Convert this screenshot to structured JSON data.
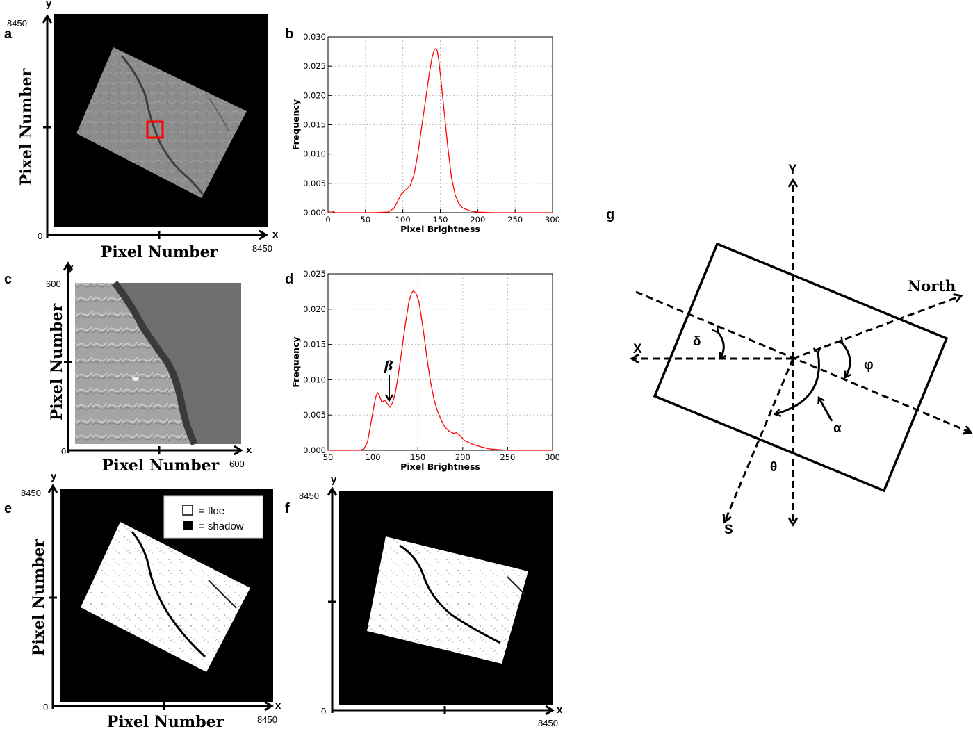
{
  "panels": {
    "a": {
      "label": "a",
      "y_top": "8450",
      "y_axis": "y",
      "origin": "0",
      "x_max": "8450",
      "x_axis": "x",
      "ylabel": "Pixel Number",
      "xlabel": "Pixel Number"
    },
    "b": {
      "label": "b"
    },
    "c": {
      "label": "c",
      "y_top": "600",
      "y_axis": "y",
      "origin": "0",
      "x_max": "600",
      "x_axis": "x",
      "ylabel": "Pixel Number",
      "xlabel": "Pixel Number"
    },
    "d": {
      "label": "d",
      "annotation": "β"
    },
    "e": {
      "label": "e",
      "y_top": "8450",
      "y_axis": "y",
      "origin": "0",
      "x_max": "8450",
      "x_axis": "x",
      "ylabel": "Pixel Number",
      "xlabel": "Pixel Number",
      "legend": [
        "= floe",
        "= shadow"
      ]
    },
    "f": {
      "label": "f",
      "y_top": "8450",
      "y_axis": "y",
      "origin": "0",
      "x_max": "8450",
      "x_axis": "x"
    },
    "g": {
      "label": "g",
      "Y": "Y",
      "X": "X",
      "S": "S",
      "North": "North",
      "delta": "δ",
      "phi": "φ",
      "alpha": "α",
      "theta": "θ"
    }
  },
  "chart_data": [
    {
      "panel": "b",
      "type": "line",
      "xlabel": "Pixel Brightness",
      "ylabel": "Frequency",
      "xlim": [
        0,
        300
      ],
      "ylim": [
        0,
        0.03
      ],
      "xticks": [
        "0",
        "50",
        "100",
        "150",
        "200",
        "250",
        "300"
      ],
      "yticks": [
        "0.000",
        "0.005",
        "0.010",
        "0.015",
        "0.020",
        "0.025",
        "0.030"
      ],
      "grid": true,
      "color": "#ff0000",
      "x": [
        0,
        3,
        6,
        10,
        30,
        60,
        80,
        88,
        94,
        98,
        102,
        106,
        110,
        115,
        120,
        125,
        130,
        135,
        139,
        142,
        144,
        146,
        148,
        151,
        155,
        160,
        165,
        170,
        175,
        180,
        190,
        200,
        220,
        250,
        300
      ],
      "y": [
        0.0,
        0.0003,
        0.0002,
        0.0,
        0.0,
        0.0,
        0.0001,
        0.0007,
        0.0022,
        0.0032,
        0.0037,
        0.0041,
        0.0047,
        0.0065,
        0.01,
        0.0145,
        0.019,
        0.0235,
        0.0265,
        0.0278,
        0.028,
        0.0276,
        0.026,
        0.0225,
        0.0175,
        0.0112,
        0.006,
        0.003,
        0.0015,
        0.0008,
        0.0003,
        0.0001,
        0.0,
        0.0,
        0.0
      ]
    },
    {
      "panel": "d",
      "type": "line",
      "xlabel": "Pixel Brightness",
      "ylabel": "Frequency",
      "xlim": [
        50,
        300
      ],
      "ylim": [
        0,
        0.025
      ],
      "xticks": [
        "50",
        "100",
        "150",
        "200",
        "250",
        "300"
      ],
      "yticks": [
        "0.000",
        "0.005",
        "0.010",
        "0.015",
        "0.020",
        "0.025"
      ],
      "grid": true,
      "color": "#ff0000",
      "x": [
        50,
        85,
        90,
        94,
        97,
        100,
        103,
        105,
        107,
        110,
        113,
        116,
        119,
        122,
        125,
        128,
        132,
        136,
        140,
        143,
        145,
        148,
        151,
        154,
        157,
        160,
        164,
        168,
        172,
        176,
        180,
        185,
        190,
        193,
        197,
        202,
        210,
        220,
        230,
        250,
        300
      ],
      "y": [
        0.0,
        0.0,
        0.0002,
        0.0012,
        0.0033,
        0.0055,
        0.0075,
        0.0082,
        0.0078,
        0.0068,
        0.0071,
        0.0066,
        0.0061,
        0.0068,
        0.0082,
        0.0105,
        0.014,
        0.0178,
        0.021,
        0.0223,
        0.0226,
        0.0222,
        0.0212,
        0.0188,
        0.0162,
        0.0132,
        0.0098,
        0.0072,
        0.0055,
        0.0043,
        0.0033,
        0.0027,
        0.0024,
        0.0025,
        0.0021,
        0.0014,
        0.0009,
        0.0005,
        0.0002,
        0.0,
        0.0
      ]
    }
  ]
}
